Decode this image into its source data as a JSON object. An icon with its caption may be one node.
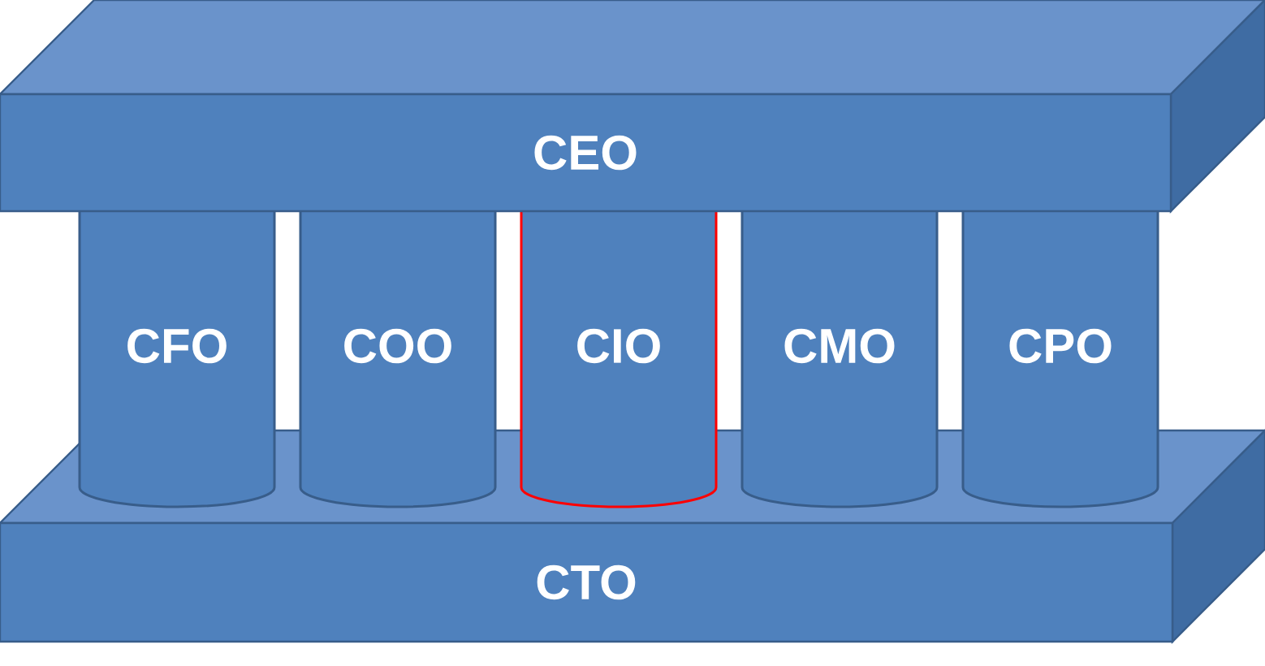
{
  "diagram": {
    "nodes": [
      {
        "text": [
          "CEO"
        ]
      },
      {
        "text": [
          "CFO"
        ]
      },
      {
        "text": [
          "COO"
        ]
      },
      {
        "text": [
          "CIO"
        ]
      },
      {
        "text": [
          "CMO"
        ]
      },
      {
        "text": [
          "CPO"
        ]
      },
      {
        "text": [
          "CTO"
        ]
      }
    ]
  }
}
